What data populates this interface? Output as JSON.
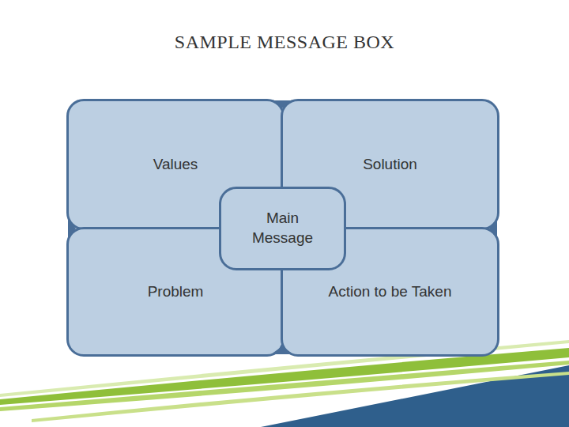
{
  "diagram": {
    "title": "SAMPLE MESSAGE BOX",
    "nodes": [
      {
        "text": [
          "Values"
        ]
      },
      {
        "text": [
          "Solution"
        ]
      },
      {
        "text": [
          "Main Message"
        ]
      },
      {
        "text": [
          "Problem"
        ]
      },
      {
        "text": [
          "Action to be Taken"
        ]
      }
    ]
  }
}
